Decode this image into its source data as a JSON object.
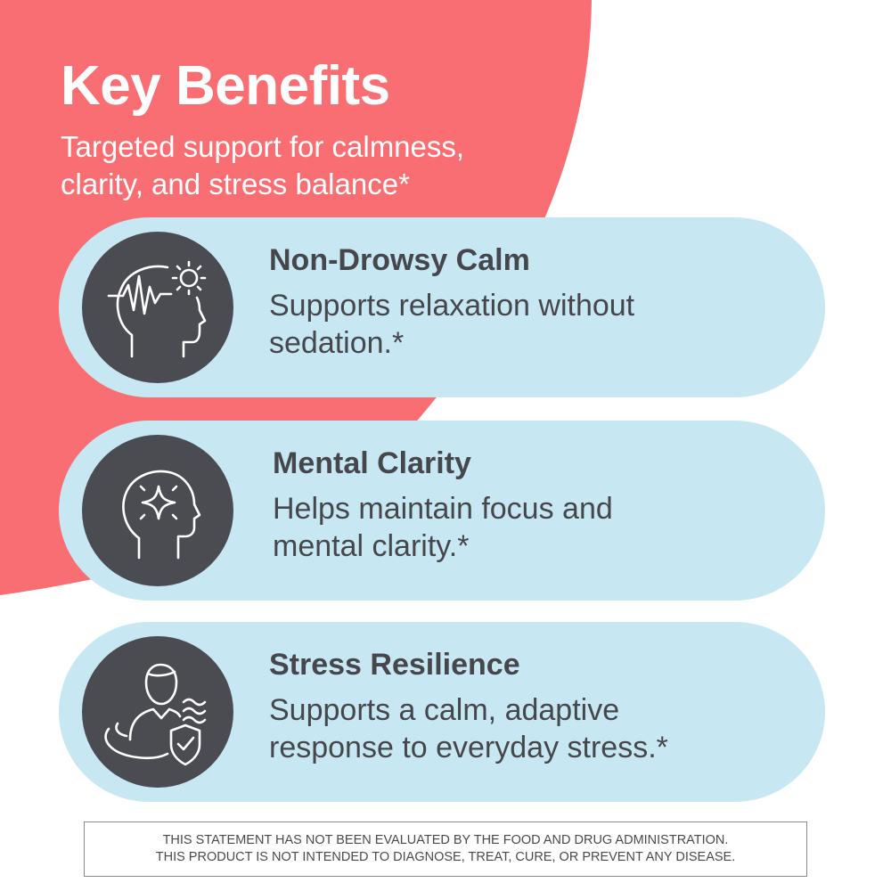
{
  "header": {
    "title": "Key Benefits",
    "subtitle": "Targeted support for calmness, clarity, and stress balance*"
  },
  "colors": {
    "accent": "#f86e73",
    "card_background": "#c7e8f3",
    "icon_background": "#4b4b52",
    "text_dark": "#46474c"
  },
  "benefits": [
    {
      "icon": "head-brainwave-sun-icon",
      "title": "Non-Drowsy Calm",
      "description": "Supports relaxation without sedation.*"
    },
    {
      "icon": "head-sparkle-icon",
      "title": "Mental Clarity",
      "description": "Helps maintain focus and mental clarity.*"
    },
    {
      "icon": "person-shield-icon",
      "title": "Stress Resilience",
      "description": "Supports a calm, adaptive response to everyday stress.*"
    }
  ],
  "disclaimer": {
    "line1": "THIS STATEMENT HAS NOT BEEN EVALUATED BY THE FOOD AND DRUG ADMINISTRATION.",
    "line2": "THIS PRODUCT IS NOT INTENDED TO DIAGNOSE, TREAT, CURE, OR PREVENT ANY DISEASE."
  }
}
